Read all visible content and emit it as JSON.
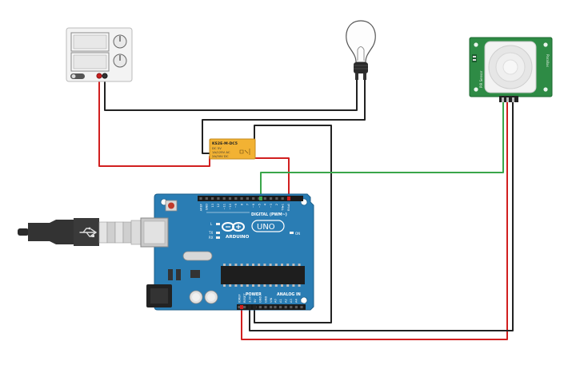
{
  "relay": {
    "title": "KS2E-M-DC5",
    "line1": "DC 5V",
    "line2": "1A/125V AC",
    "line3": "2A/30V DC"
  },
  "arduino": {
    "brand": "ARDUINO",
    "model": "UNO",
    "digital_label": "DIGITAL (PWM~)",
    "analog_label": "ANALOG IN",
    "power_label": "POWER",
    "on_label": "ON",
    "l_label": "L",
    "tx_label": "TX",
    "rx_label": "RX",
    "digital_pins": [
      "AREF",
      "GND",
      "13",
      "12",
      "~11",
      "~10",
      "~9",
      "8",
      "7",
      "~6",
      "~5",
      "4",
      "~3",
      "2",
      "TX▸1",
      "RX◂0"
    ],
    "power_pins": [
      "IOREF",
      "RESET",
      "3.3V",
      "5V",
      "GND",
      "GND",
      "VIN"
    ],
    "analog_pins": [
      "A0",
      "A1",
      "A2",
      "A3",
      "A4",
      "A5"
    ]
  },
  "pir": {
    "side_left": "PIR Sensor",
    "side_right": "Parallax"
  },
  "colors": {
    "board": "#2a7db4",
    "relay": "#f2b233",
    "pir_board": "#2e8b45",
    "wire_red": "#d11f1f",
    "wire_black": "#222222",
    "wire_green": "#3aa64a"
  }
}
